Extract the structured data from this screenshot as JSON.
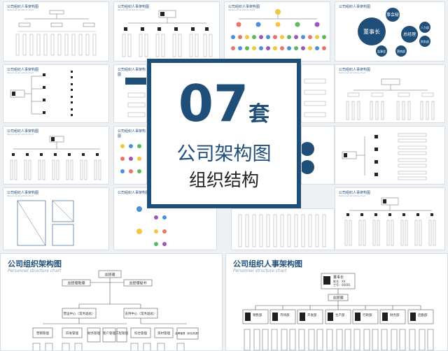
{
  "thumbnails": {
    "title": "公司组织人事架构图",
    "subtitle": "Personnel structure chart"
  },
  "center": {
    "number": "07",
    "set_char": "套",
    "title": "公司架构图",
    "subtitle": "组织结构"
  },
  "circle_chart": {
    "main": "董事长",
    "nodes": [
      "董事会秘书",
      "总经理",
      "人力部",
      "财务部",
      "营销部",
      "监事会"
    ]
  },
  "bottom_left": {
    "title": "公司组织架构图",
    "subtitle": "Personnel structure chart",
    "top_node": "总经理",
    "level2": [
      "总经理助理",
      "总经理秘书"
    ],
    "level3": [
      "营运中心（常务副总）",
      "支持中心（常务副总）"
    ],
    "level4": [
      "营销管理",
      "开发管理",
      "财务管理",
      "客户管理",
      "工程管理",
      "综合管理",
      "资材管理",
      "品牌管理（即总资源）"
    ]
  },
  "bottom_right": {
    "title": "公司组织人事架构图",
    "subtitle": "Personnel structure chart",
    "top_person": {
      "role": "董事长",
      "name": "姓名：XX",
      "id": "工号：00001"
    },
    "second": "总经理",
    "departments": [
      "销售部",
      "市场部",
      "开发部",
      "生产部",
      "行政部",
      "财务部",
      "后勤部"
    ]
  },
  "colors": {
    "primary": "#1f4e79",
    "light": "#d9e2ec"
  }
}
